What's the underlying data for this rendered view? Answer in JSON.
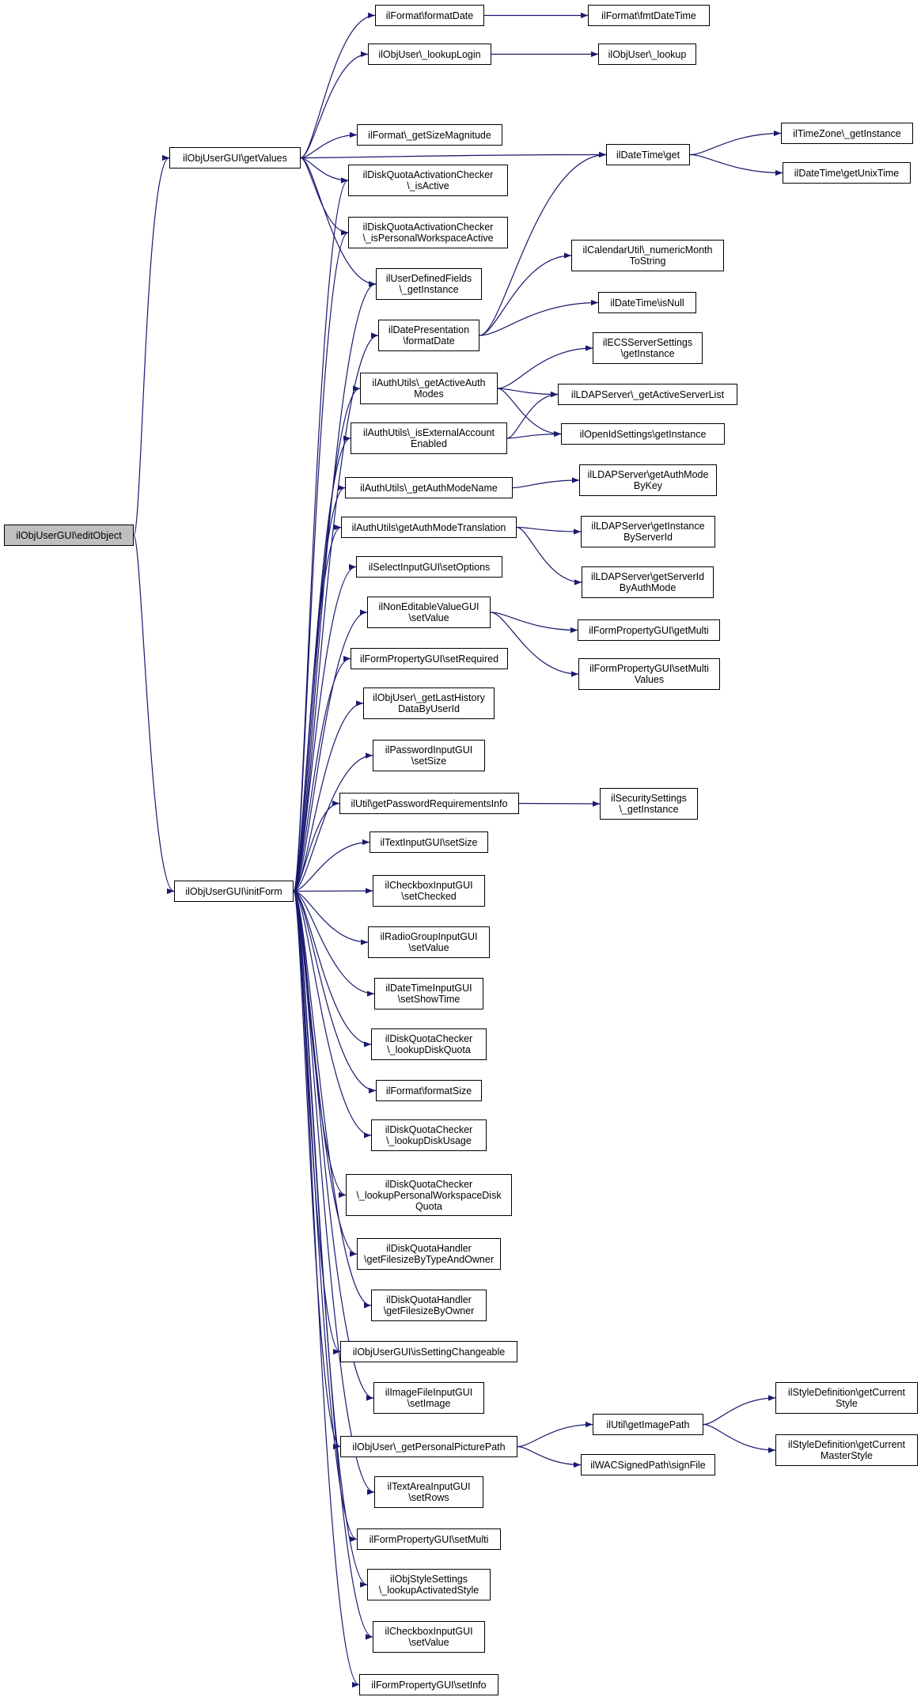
{
  "colors": {
    "edge": "#191970",
    "node_border": "#000000",
    "node_fill": "#ffffff",
    "root_fill": "#bfbfbf"
  },
  "nodes": [
    {
      "id": "editObject",
      "label": "ilObjUserGUI\\editObject",
      "root": true
    },
    {
      "id": "getValues",
      "label": "ilObjUserGUI\\getValues"
    },
    {
      "id": "initForm",
      "label": "ilObjUserGUI\\initForm"
    },
    {
      "id": "formatDate",
      "label": "ilFormat\\formatDate"
    },
    {
      "id": "fmtDateTime",
      "label": "ilFormat\\fmtDateTime"
    },
    {
      "id": "lookupLogin",
      "label": "ilObjUser\\_lookupLogin"
    },
    {
      "id": "lookup",
      "label": "ilObjUser\\_lookup"
    },
    {
      "id": "dtGet",
      "label": "ilDateTime\\get"
    },
    {
      "id": "tzGetInstance",
      "label": "ilTimeZone\\_getInstance"
    },
    {
      "id": "getUnixTime",
      "label": "ilDateTime\\getUnixTime"
    },
    {
      "id": "getSizeMagnitude",
      "label": "ilFormat\\_getSizeMagnitude"
    },
    {
      "id": "dqIsActive",
      "label": "ilDiskQuotaActivationChecker\n\\_isActive"
    },
    {
      "id": "dqIsPWActive",
      "label": "ilDiskQuotaActivationChecker\n\\_isPersonalWorkspaceActive"
    },
    {
      "id": "udfGetInstance",
      "label": "ilUserDefinedFields\n\\_getInstance"
    },
    {
      "id": "numericMonth",
      "label": "ilCalendarUtil\\_numericMonth\nToString"
    },
    {
      "id": "dpFormatDate",
      "label": "ilDatePresentation\n\\formatDate"
    },
    {
      "id": "dtIsNull",
      "label": "ilDateTime\\isNull"
    },
    {
      "id": "ecsGetInstance",
      "label": "ilECSServerSettings\n\\getInstance"
    },
    {
      "id": "getActiveAuthModes",
      "label": "ilAuthUtils\\_getActiveAuth\nModes"
    },
    {
      "id": "ldapActiveList",
      "label": "ilLDAPServer\\_getActiveServerList"
    },
    {
      "id": "isExternalAccount",
      "label": "ilAuthUtils\\_isExternalAccount\nEnabled"
    },
    {
      "id": "openIdGetInstance",
      "label": "ilOpenIdSettings\\getInstance"
    },
    {
      "id": "getAuthModeName",
      "label": "ilAuthUtils\\_getAuthModeName"
    },
    {
      "id": "ldapAuthModeByKey",
      "label": "ilLDAPServer\\getAuthMode\nByKey"
    },
    {
      "id": "getAuthModeTranslation",
      "label": "ilAuthUtils\\getAuthModeTranslation"
    },
    {
      "id": "ldapInstanceByServerId",
      "label": "ilLDAPServer\\getInstance\nByServerId"
    },
    {
      "id": "ldapServerIdByAuthMode",
      "label": "ilLDAPServer\\getServerId\nByAuthMode"
    },
    {
      "id": "selectSetOptions",
      "label": "ilSelectInputGUI\\setOptions"
    },
    {
      "id": "nevSetValue",
      "label": "ilNonEditableValueGUI\n\\setValue"
    },
    {
      "id": "fpGetMulti",
      "label": "ilFormPropertyGUI\\getMulti"
    },
    {
      "id": "fpSetRequired",
      "label": "ilFormPropertyGUI\\setRequired"
    },
    {
      "id": "fpSetMultiValues",
      "label": "ilFormPropertyGUI\\setMulti\nValues"
    },
    {
      "id": "lastHistory",
      "label": "ilObjUser\\_getLastHistory\nDataByUserId"
    },
    {
      "id": "pwSetSize",
      "label": "ilPasswordInputGUI\n\\setSize"
    },
    {
      "id": "pwReqInfo",
      "label": "ilUtil\\getPasswordRequirementsInfo"
    },
    {
      "id": "secGetInstance",
      "label": "ilSecuritySettings\n\\_getInstance"
    },
    {
      "id": "textSetSize",
      "label": "ilTextInputGUI\\setSize"
    },
    {
      "id": "cbSetChecked",
      "label": "ilCheckboxInputGUI\n\\setChecked"
    },
    {
      "id": "radioSetValue",
      "label": "ilRadioGroupInputGUI\n\\setValue"
    },
    {
      "id": "dtiSetShowTime",
      "label": "ilDateTimeInputGUI\n\\setShowTime"
    },
    {
      "id": "lookupDiskQuota",
      "label": "ilDiskQuotaChecker\n\\_lookupDiskQuota"
    },
    {
      "id": "formatSize",
      "label": "ilFormat\\formatSize"
    },
    {
      "id": "lookupDiskUsage",
      "label": "ilDiskQuotaChecker\n\\_lookupDiskUsage"
    },
    {
      "id": "lookupPWDiskQuota",
      "label": "ilDiskQuotaChecker\n\\_lookupPersonalWorkspaceDisk\nQuota"
    },
    {
      "id": "fsByTypeAndOwner",
      "label": "ilDiskQuotaHandler\n\\getFilesizeByTypeAndOwner"
    },
    {
      "id": "fsByOwner",
      "label": "ilDiskQuotaHandler\n\\getFilesizeByOwner"
    },
    {
      "id": "isSettingChangeable",
      "label": "ilObjUserGUI\\isSettingChangeable"
    },
    {
      "id": "imgSetImage",
      "label": "ilImageFileInputGUI\n\\setImage"
    },
    {
      "id": "personalPicturePath",
      "label": "ilObjUser\\_getPersonalPicturePath"
    },
    {
      "id": "getImagePath",
      "label": "ilUtil\\getImagePath"
    },
    {
      "id": "getCurrentStyle",
      "label": "ilStyleDefinition\\getCurrent\nStyle"
    },
    {
      "id": "getCurrentMasterStyle",
      "label": "ilStyleDefinition\\getCurrent\nMasterStyle"
    },
    {
      "id": "signFile",
      "label": "ilWACSignedPath\\signFile"
    },
    {
      "id": "taSetRows",
      "label": "ilTextAreaInputGUI\n\\setRows"
    },
    {
      "id": "fpSetMulti",
      "label": "ilFormPropertyGUI\\setMulti"
    },
    {
      "id": "lookupActivatedStyle",
      "label": "ilObjStyleSettings\n\\_lookupActivatedStyle"
    },
    {
      "id": "cbSetValue",
      "label": "ilCheckboxInputGUI\n\\setValue"
    },
    {
      "id": "fpSetInfo",
      "label": "ilFormPropertyGUI\\setInfo"
    }
  ],
  "edges": [
    [
      "editObject",
      "getValues"
    ],
    [
      "editObject",
      "initForm"
    ],
    [
      "getValues",
      "formatDate"
    ],
    [
      "getValues",
      "lookupLogin"
    ],
    [
      "getValues",
      "dtGet"
    ],
    [
      "getValues",
      "getSizeMagnitude"
    ],
    [
      "getValues",
      "dqIsActive"
    ],
    [
      "getValues",
      "dqIsPWActive"
    ],
    [
      "getValues",
      "udfGetInstance"
    ],
    [
      "formatDate",
      "fmtDateTime"
    ],
    [
      "lookupLogin",
      "lookup"
    ],
    [
      "dtGet",
      "tzGetInstance"
    ],
    [
      "dtGet",
      "getUnixTime"
    ],
    [
      "dpFormatDate",
      "dtGet"
    ],
    [
      "dpFormatDate",
      "numericMonth"
    ],
    [
      "dpFormatDate",
      "dtIsNull"
    ],
    [
      "getActiveAuthModes",
      "ecsGetInstance"
    ],
    [
      "getActiveAuthModes",
      "ldapActiveList"
    ],
    [
      "getActiveAuthModes",
      "openIdGetInstance"
    ],
    [
      "isExternalAccount",
      "ldapActiveList"
    ],
    [
      "isExternalAccount",
      "openIdGetInstance"
    ],
    [
      "getAuthModeName",
      "ldapAuthModeByKey"
    ],
    [
      "getAuthModeTranslation",
      "ldapInstanceByServerId"
    ],
    [
      "getAuthModeTranslation",
      "ldapServerIdByAuthMode"
    ],
    [
      "nevSetValue",
      "fpGetMulti"
    ],
    [
      "nevSetValue",
      "fpSetMultiValues"
    ],
    [
      "pwReqInfo",
      "secGetInstance"
    ],
    [
      "personalPicturePath",
      "getImagePath"
    ],
    [
      "personalPicturePath",
      "signFile"
    ],
    [
      "getImagePath",
      "getCurrentStyle"
    ],
    [
      "getImagePath",
      "getCurrentMasterStyle"
    ],
    [
      "initForm",
      "dqIsActive"
    ],
    [
      "initForm",
      "dqIsPWActive"
    ],
    [
      "initForm",
      "udfGetInstance"
    ],
    [
      "initForm",
      "dpFormatDate"
    ],
    [
      "initForm",
      "getActiveAuthModes"
    ],
    [
      "initForm",
      "isExternalAccount"
    ],
    [
      "initForm",
      "getAuthModeName"
    ],
    [
      "initForm",
      "getAuthModeTranslation"
    ],
    [
      "initForm",
      "selectSetOptions"
    ],
    [
      "initForm",
      "nevSetValue"
    ],
    [
      "initForm",
      "fpSetRequired"
    ],
    [
      "initForm",
      "lastHistory"
    ],
    [
      "initForm",
      "pwSetSize"
    ],
    [
      "initForm",
      "pwReqInfo"
    ],
    [
      "initForm",
      "textSetSize"
    ],
    [
      "initForm",
      "cbSetChecked"
    ],
    [
      "initForm",
      "radioSetValue"
    ],
    [
      "initForm",
      "dtiSetShowTime"
    ],
    [
      "initForm",
      "lookupDiskQuota"
    ],
    [
      "initForm",
      "formatSize"
    ],
    [
      "initForm",
      "lookupDiskUsage"
    ],
    [
      "initForm",
      "lookupPWDiskQuota"
    ],
    [
      "initForm",
      "fsByTypeAndOwner"
    ],
    [
      "initForm",
      "fsByOwner"
    ],
    [
      "initForm",
      "isSettingChangeable"
    ],
    [
      "initForm",
      "imgSetImage"
    ],
    [
      "initForm",
      "personalPicturePath"
    ],
    [
      "initForm",
      "taSetRows"
    ],
    [
      "initForm",
      "fpSetMulti"
    ],
    [
      "initForm",
      "lookupActivatedStyle"
    ],
    [
      "initForm",
      "cbSetValue"
    ],
    [
      "initForm",
      "fpSetInfo"
    ]
  ]
}
